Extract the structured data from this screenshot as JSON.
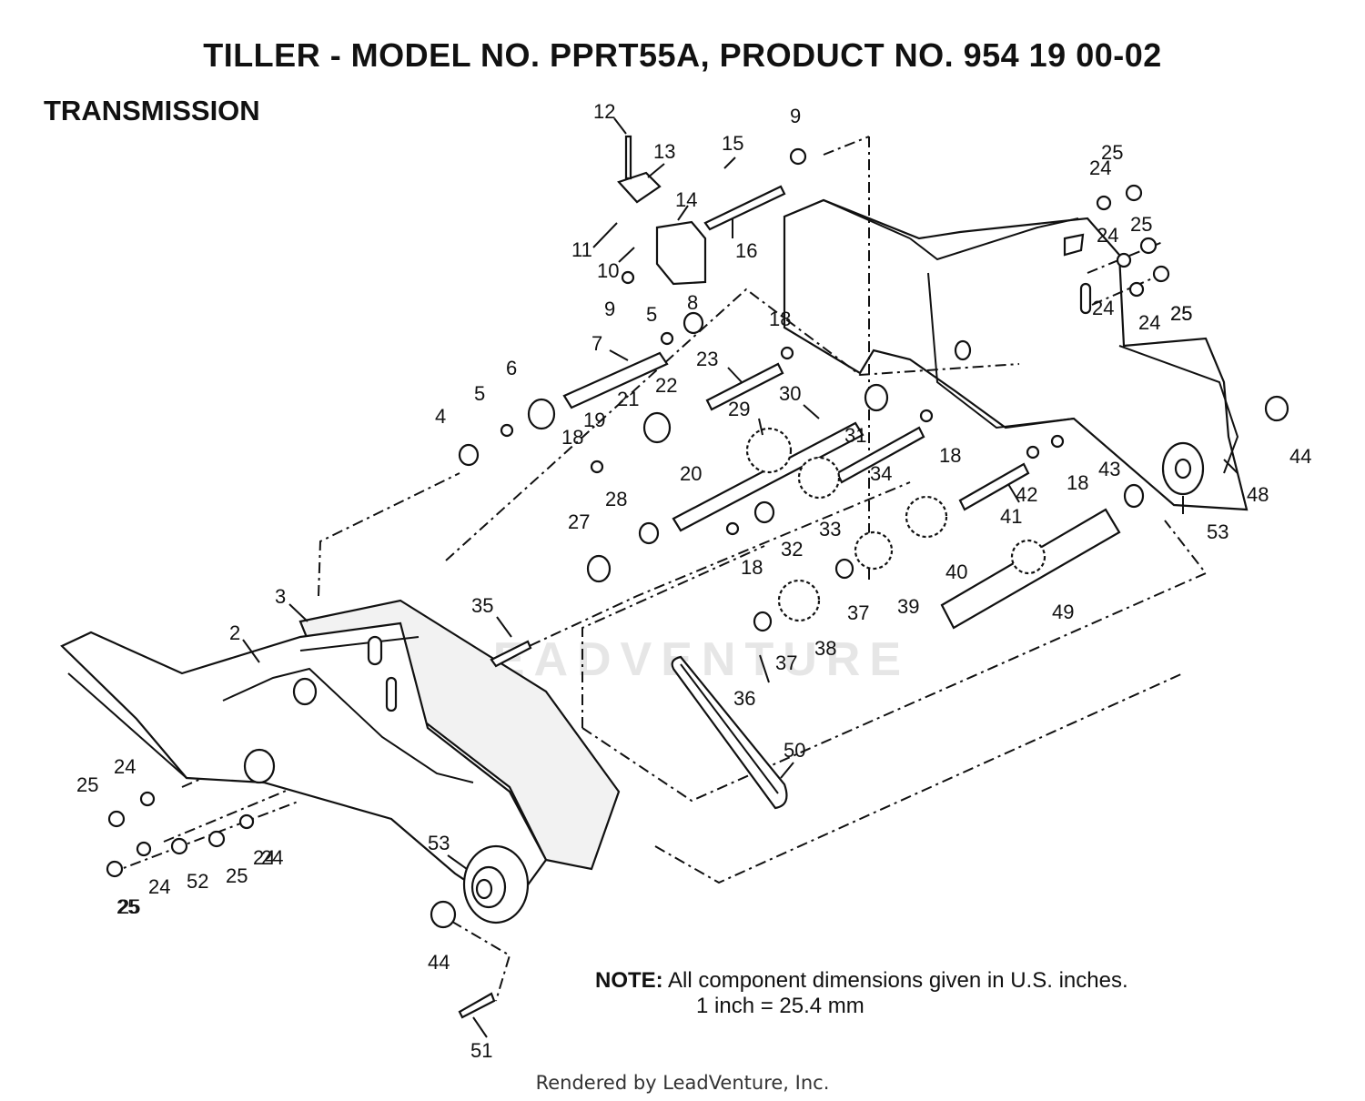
{
  "title": "TILLER - MODEL NO. PPRT55A, PRODUCT NO. 954 19 00-02",
  "section": "TRANSMISSION",
  "watermark": "LEADVENTURE",
  "note": {
    "label": "NOTE:",
    "line1": "All component dimensions given in U.S. inches.",
    "line2": "1 inch = 25.4 mm"
  },
  "footer": "Rendered by LeadVenture, Inc.",
  "callouts": [
    "12",
    "13",
    "15",
    "9",
    "14",
    "11",
    "10",
    "16",
    "9",
    "8",
    "5",
    "7",
    "18",
    "23",
    "6",
    "5",
    "4",
    "21",
    "22",
    "19",
    "18",
    "29",
    "30",
    "31",
    "20",
    "18",
    "34",
    "28",
    "27",
    "32",
    "33",
    "18",
    "41",
    "42",
    "18",
    "43",
    "40",
    "39",
    "37",
    "38",
    "37",
    "36",
    "49",
    "35",
    "3",
    "2",
    "50",
    "24",
    "25",
    "24",
    "25",
    "24",
    "25",
    "25",
    "24",
    "24",
    "25",
    "48",
    "53",
    "44",
    "24",
    "25",
    "52",
    "25",
    "24",
    "25",
    "24",
    "53",
    "44",
    "51"
  ]
}
